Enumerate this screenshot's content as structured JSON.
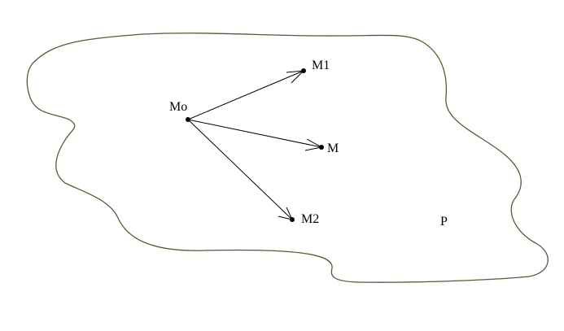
{
  "points": {
    "origin": {
      "label": "Mo"
    },
    "m1": {
      "label": "M1"
    },
    "m": {
      "label": "M"
    },
    "m2": {
      "label": "M2"
    }
  },
  "plane": {
    "label": "P"
  },
  "colors": {
    "outline": "#5a5a32",
    "ink": "#000000",
    "background": "#ffffff"
  }
}
